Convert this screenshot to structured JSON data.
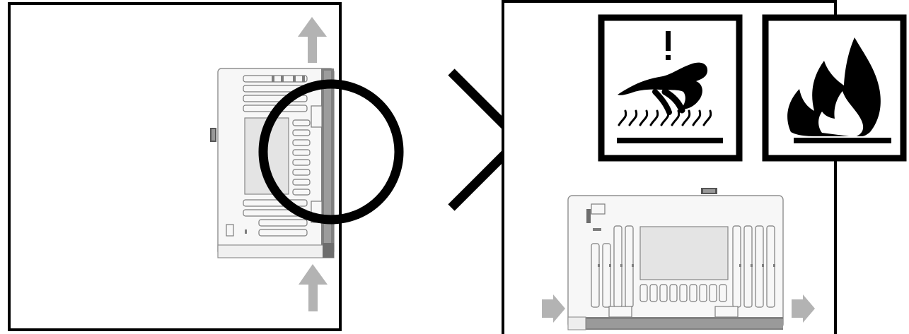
{
  "diagram": {
    "left_panel": {
      "mark": "correct-circle-mark",
      "airflow": "vertical",
      "device_orientation": "upright"
    },
    "right_panel": {
      "mark": "incorrect-x-mark",
      "airflow": "horizontal",
      "device_orientation": "horizontal",
      "warning_icons": [
        "hot-surface-hand-icon",
        "fire-icon"
      ]
    },
    "colors": {
      "line": "#000000",
      "arrow": "#b3b3b3",
      "device_body": "#f7f7f7",
      "device_outline": "#8f8f8f",
      "device_panel": "#e4e4e4",
      "device_shadow": "#7f7f7f"
    }
  }
}
